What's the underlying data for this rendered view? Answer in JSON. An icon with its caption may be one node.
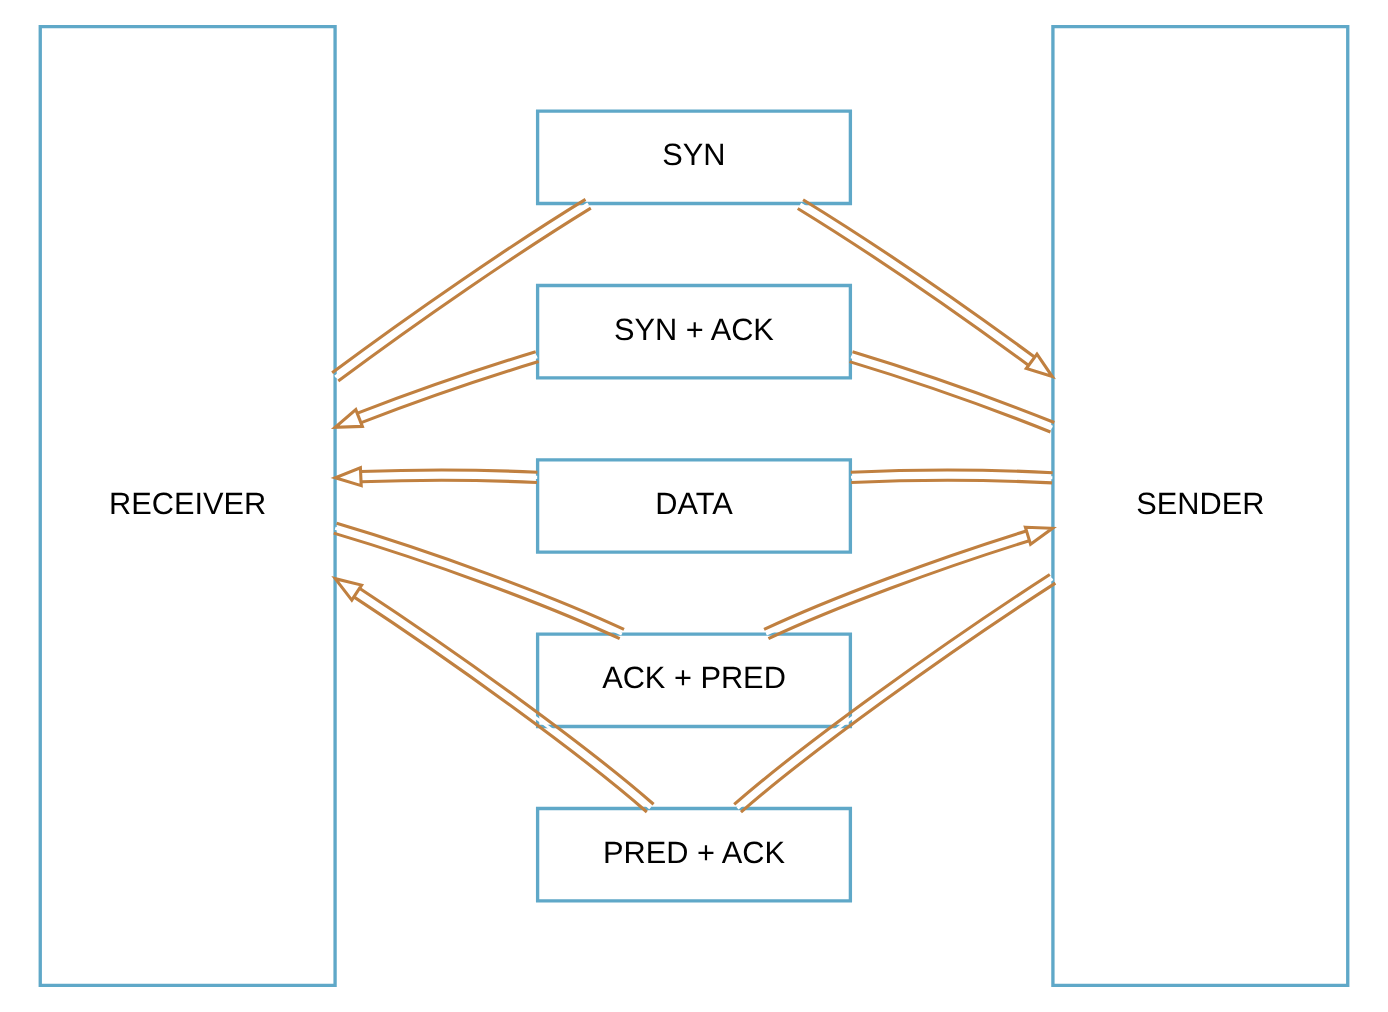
{
  "diagram": {
    "nodes": [
      {
        "text": [
          "RECEIVER"
        ]
      },
      {
        "text": [
          "SYN"
        ]
      },
      {
        "text": [
          "SYN + ACK"
        ]
      },
      {
        "text": [
          "DATA"
        ]
      },
      {
        "text": [
          "ACK + PRED"
        ]
      },
      {
        "text": [
          "PRED + ACK"
        ]
      },
      {
        "text": [
          "SENDER"
        ]
      }
    ],
    "edges": [
      {
        "from": 0,
        "to": 1,
        "arrow": "none"
      },
      {
        "from": 1,
        "to": 6,
        "arrow": "to"
      },
      {
        "from": 6,
        "to": 2,
        "arrow": "none"
      },
      {
        "from": 2,
        "to": 0,
        "arrow": "to"
      },
      {
        "from": 6,
        "to": 3,
        "arrow": "none"
      },
      {
        "from": 3,
        "to": 0,
        "arrow": "to"
      },
      {
        "from": 0,
        "to": 4,
        "arrow": "none"
      },
      {
        "from": 4,
        "to": 6,
        "arrow": "to"
      },
      {
        "from": 6,
        "to": 5,
        "arrow": "none"
      },
      {
        "from": 5,
        "to": 0,
        "arrow": "to"
      }
    ]
  }
}
